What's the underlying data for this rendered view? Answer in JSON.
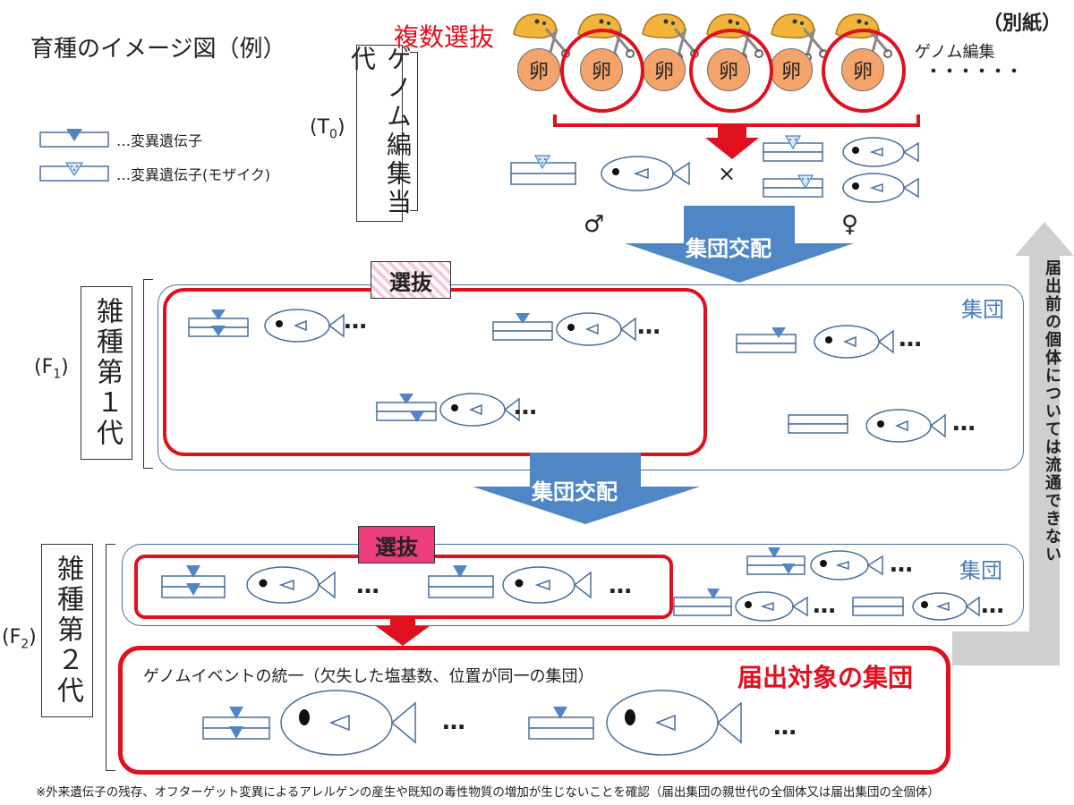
{
  "title": "育種のイメージ図（例）",
  "attachment_label": "（別紙）",
  "multi_select_label": "複数選抜",
  "genome_edit_label": "ゲノム編集",
  "genome_edit_dots": "・・・・・・",
  "egg_char": "卵",
  "legend": {
    "mutant": "…変異遺伝子",
    "mosaic": "…変異遺伝子(モザイク)"
  },
  "generations": {
    "t0": {
      "label": "ゲノム編集当代",
      "code": "T",
      "sub": "0"
    },
    "f1": {
      "label": "雑種第１代",
      "code": "F",
      "sub": "1"
    },
    "f2": {
      "label": "雑種第２代",
      "code": "F",
      "sub": "2"
    }
  },
  "cross_symbol": "×",
  "male_symbol": "♂",
  "female_symbol": "♀",
  "cross_label_1": "集団交配",
  "cross_label_2": "集団交配",
  "selection_label_1": "選抜",
  "selection_label_2": "選抜",
  "group_label_1": "集団",
  "group_label_2": "集団",
  "ellipsis": "…",
  "side_note": "届出前の個体については流通できない",
  "target_group_label": "届出対象の集団",
  "genome_event_note": "ゲノムイベントの統一（欠失した塩基数、位置が同一の集団）",
  "footnote": "※外来遺伝子の残存、オフターゲット変異によるアレルゲンの産生や既知の毒性物質の増加が生じないことを確認（届出集団の親世代の全個体又は届出集団の全個体）",
  "colors": {
    "accent_red": "#e0101e",
    "arrow_blue": "#4f86c6",
    "outline_blue": "#4a6f9a",
    "egg_orange": "#f4a46b",
    "selection_pink": "#ec3d7c",
    "side_gray": "#cfcfcf"
  }
}
